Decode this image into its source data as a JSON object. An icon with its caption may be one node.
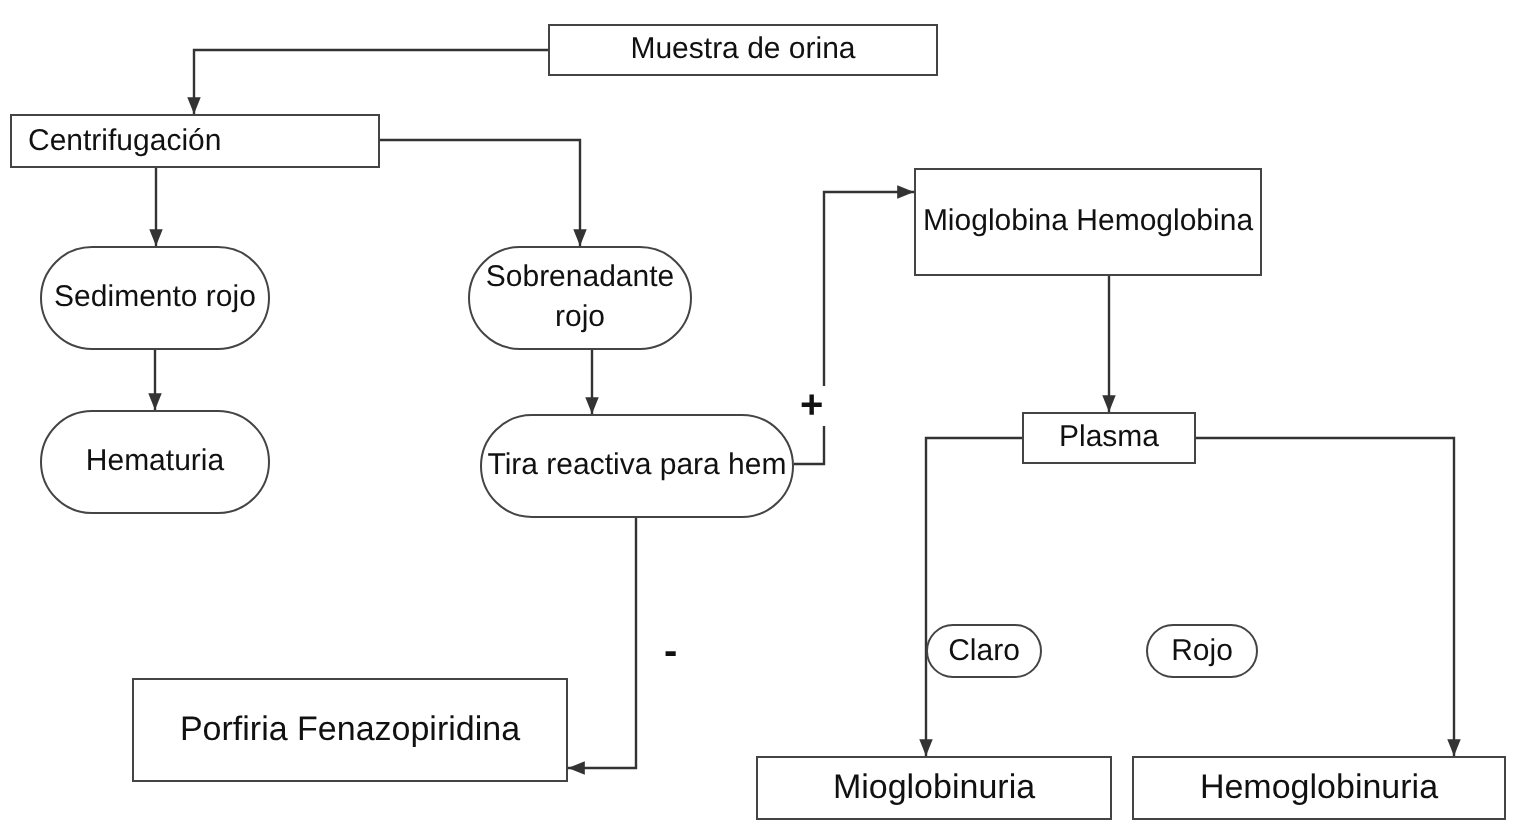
{
  "diagram": {
    "nodes": [
      {
        "text": [
          "Muestra de orina"
        ]
      },
      {
        "text": [
          "Centrifugación"
        ]
      },
      {
        "text": [
          "Sedimento rojo"
        ]
      },
      {
        "text": [
          "Sobrenadante rojo"
        ]
      },
      {
        "text": [
          "Hematuria"
        ]
      },
      {
        "text": [
          "Tira reactiva para hem"
        ]
      },
      {
        "text": [
          "Mioglobina Hemoglobina"
        ]
      },
      {
        "text": [
          "Plasma"
        ]
      },
      {
        "text": [
          "Claro"
        ]
      },
      {
        "text": [
          "Rojo"
        ]
      },
      {
        "text": [
          "Porfiria Fenazopiridina"
        ]
      },
      {
        "text": [
          "Mioglobinuria"
        ]
      },
      {
        "text": [
          "Hemoglobinuria"
        ]
      }
    ],
    "edges": [
      {
        "from": 0,
        "to": 1,
        "arrow": "to"
      },
      {
        "from": 1,
        "to": 2,
        "arrow": "to"
      },
      {
        "from": 1,
        "to": 3,
        "arrow": "to"
      },
      {
        "from": 2,
        "to": 4,
        "arrow": "to"
      },
      {
        "from": 3,
        "to": 5,
        "arrow": "to"
      },
      {
        "from": 5,
        "to": 6,
        "arrow": "to",
        "label": "+"
      },
      {
        "from": 6,
        "to": 7,
        "arrow": "to"
      },
      {
        "from": 5,
        "to": 10,
        "arrow": "to",
        "label": "-"
      },
      {
        "from": 7,
        "to": 11,
        "arrow": "to"
      },
      {
        "from": 7,
        "to": 12,
        "arrow": "to"
      }
    ]
  }
}
